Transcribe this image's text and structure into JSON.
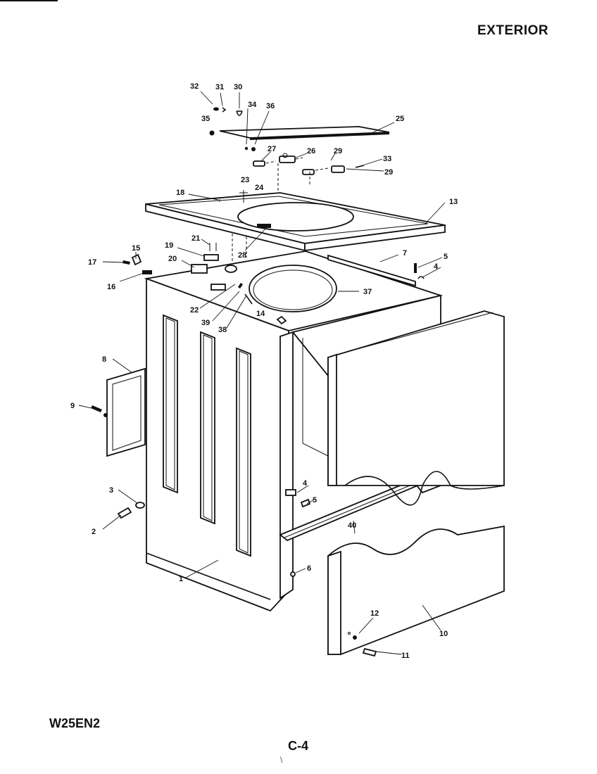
{
  "page": {
    "title": "EXTERIOR",
    "model": "W25EN2",
    "page_number": "C-4",
    "stray_mark": "\\"
  },
  "part_labels": [
    "1",
    "2",
    "3",
    "4",
    "4",
    "5",
    "5",
    "6",
    "7",
    "8",
    "9",
    "10",
    "11",
    "12",
    "13",
    "14",
    "15",
    "16",
    "17",
    "18",
    "19",
    "20",
    "21",
    "22",
    "23",
    "24",
    "25",
    "26",
    "27",
    "28",
    "29",
    "29",
    "30",
    "31",
    "32",
    "33",
    "34",
    "35",
    "36",
    "37",
    "38",
    "39",
    "40"
  ]
}
